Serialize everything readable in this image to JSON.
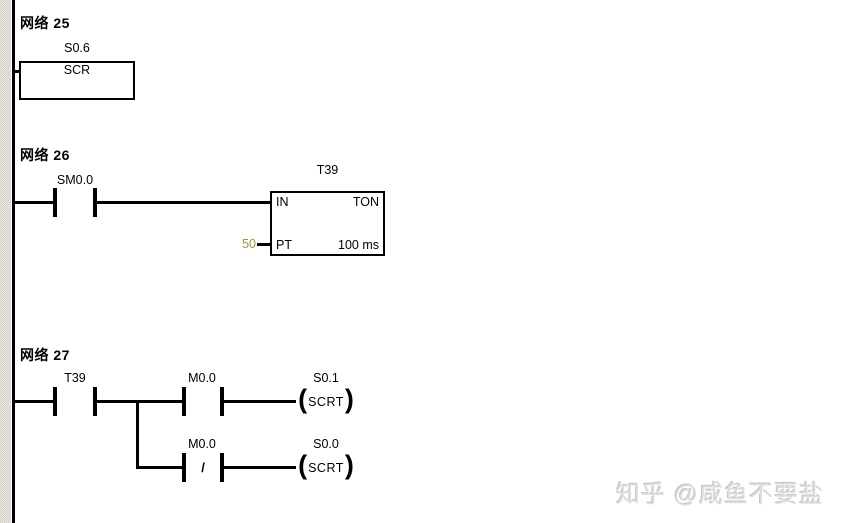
{
  "colors": {
    "wire": "#000000",
    "constant_value": "#9a9a32",
    "watermark_text": "#dcdcdc",
    "margin_strip": "#d6d2ca"
  },
  "symbols": {
    "coil_paren_open": "(",
    "coil_paren_close": ")",
    "nc_slash": "/"
  },
  "watermark": {
    "text": "知乎 @咸鱼不要盐"
  },
  "networks": [
    {
      "title": "网络 25",
      "scr": {
        "operand": "S0.6",
        "mnemonic": "SCR"
      }
    },
    {
      "title": "网络 26",
      "contact": {
        "operand": "SM0.0"
      },
      "timer": {
        "operand": "T39",
        "input_pin": "IN",
        "instruction": "TON",
        "preset_pin": "PT",
        "preset_value": "50",
        "time_base": "100 ms"
      }
    },
    {
      "title": "网络 27",
      "contact": {
        "operand": "T39"
      },
      "branches": [
        {
          "contact": {
            "operand": "M0.0"
          },
          "coil": {
            "operand": "S0.1",
            "mnemonic": "SCRT"
          }
        },
        {
          "contact": {
            "operand": "M0.0"
          },
          "coil": {
            "operand": "S0.0",
            "mnemonic": "SCRT"
          }
        }
      ]
    }
  ]
}
